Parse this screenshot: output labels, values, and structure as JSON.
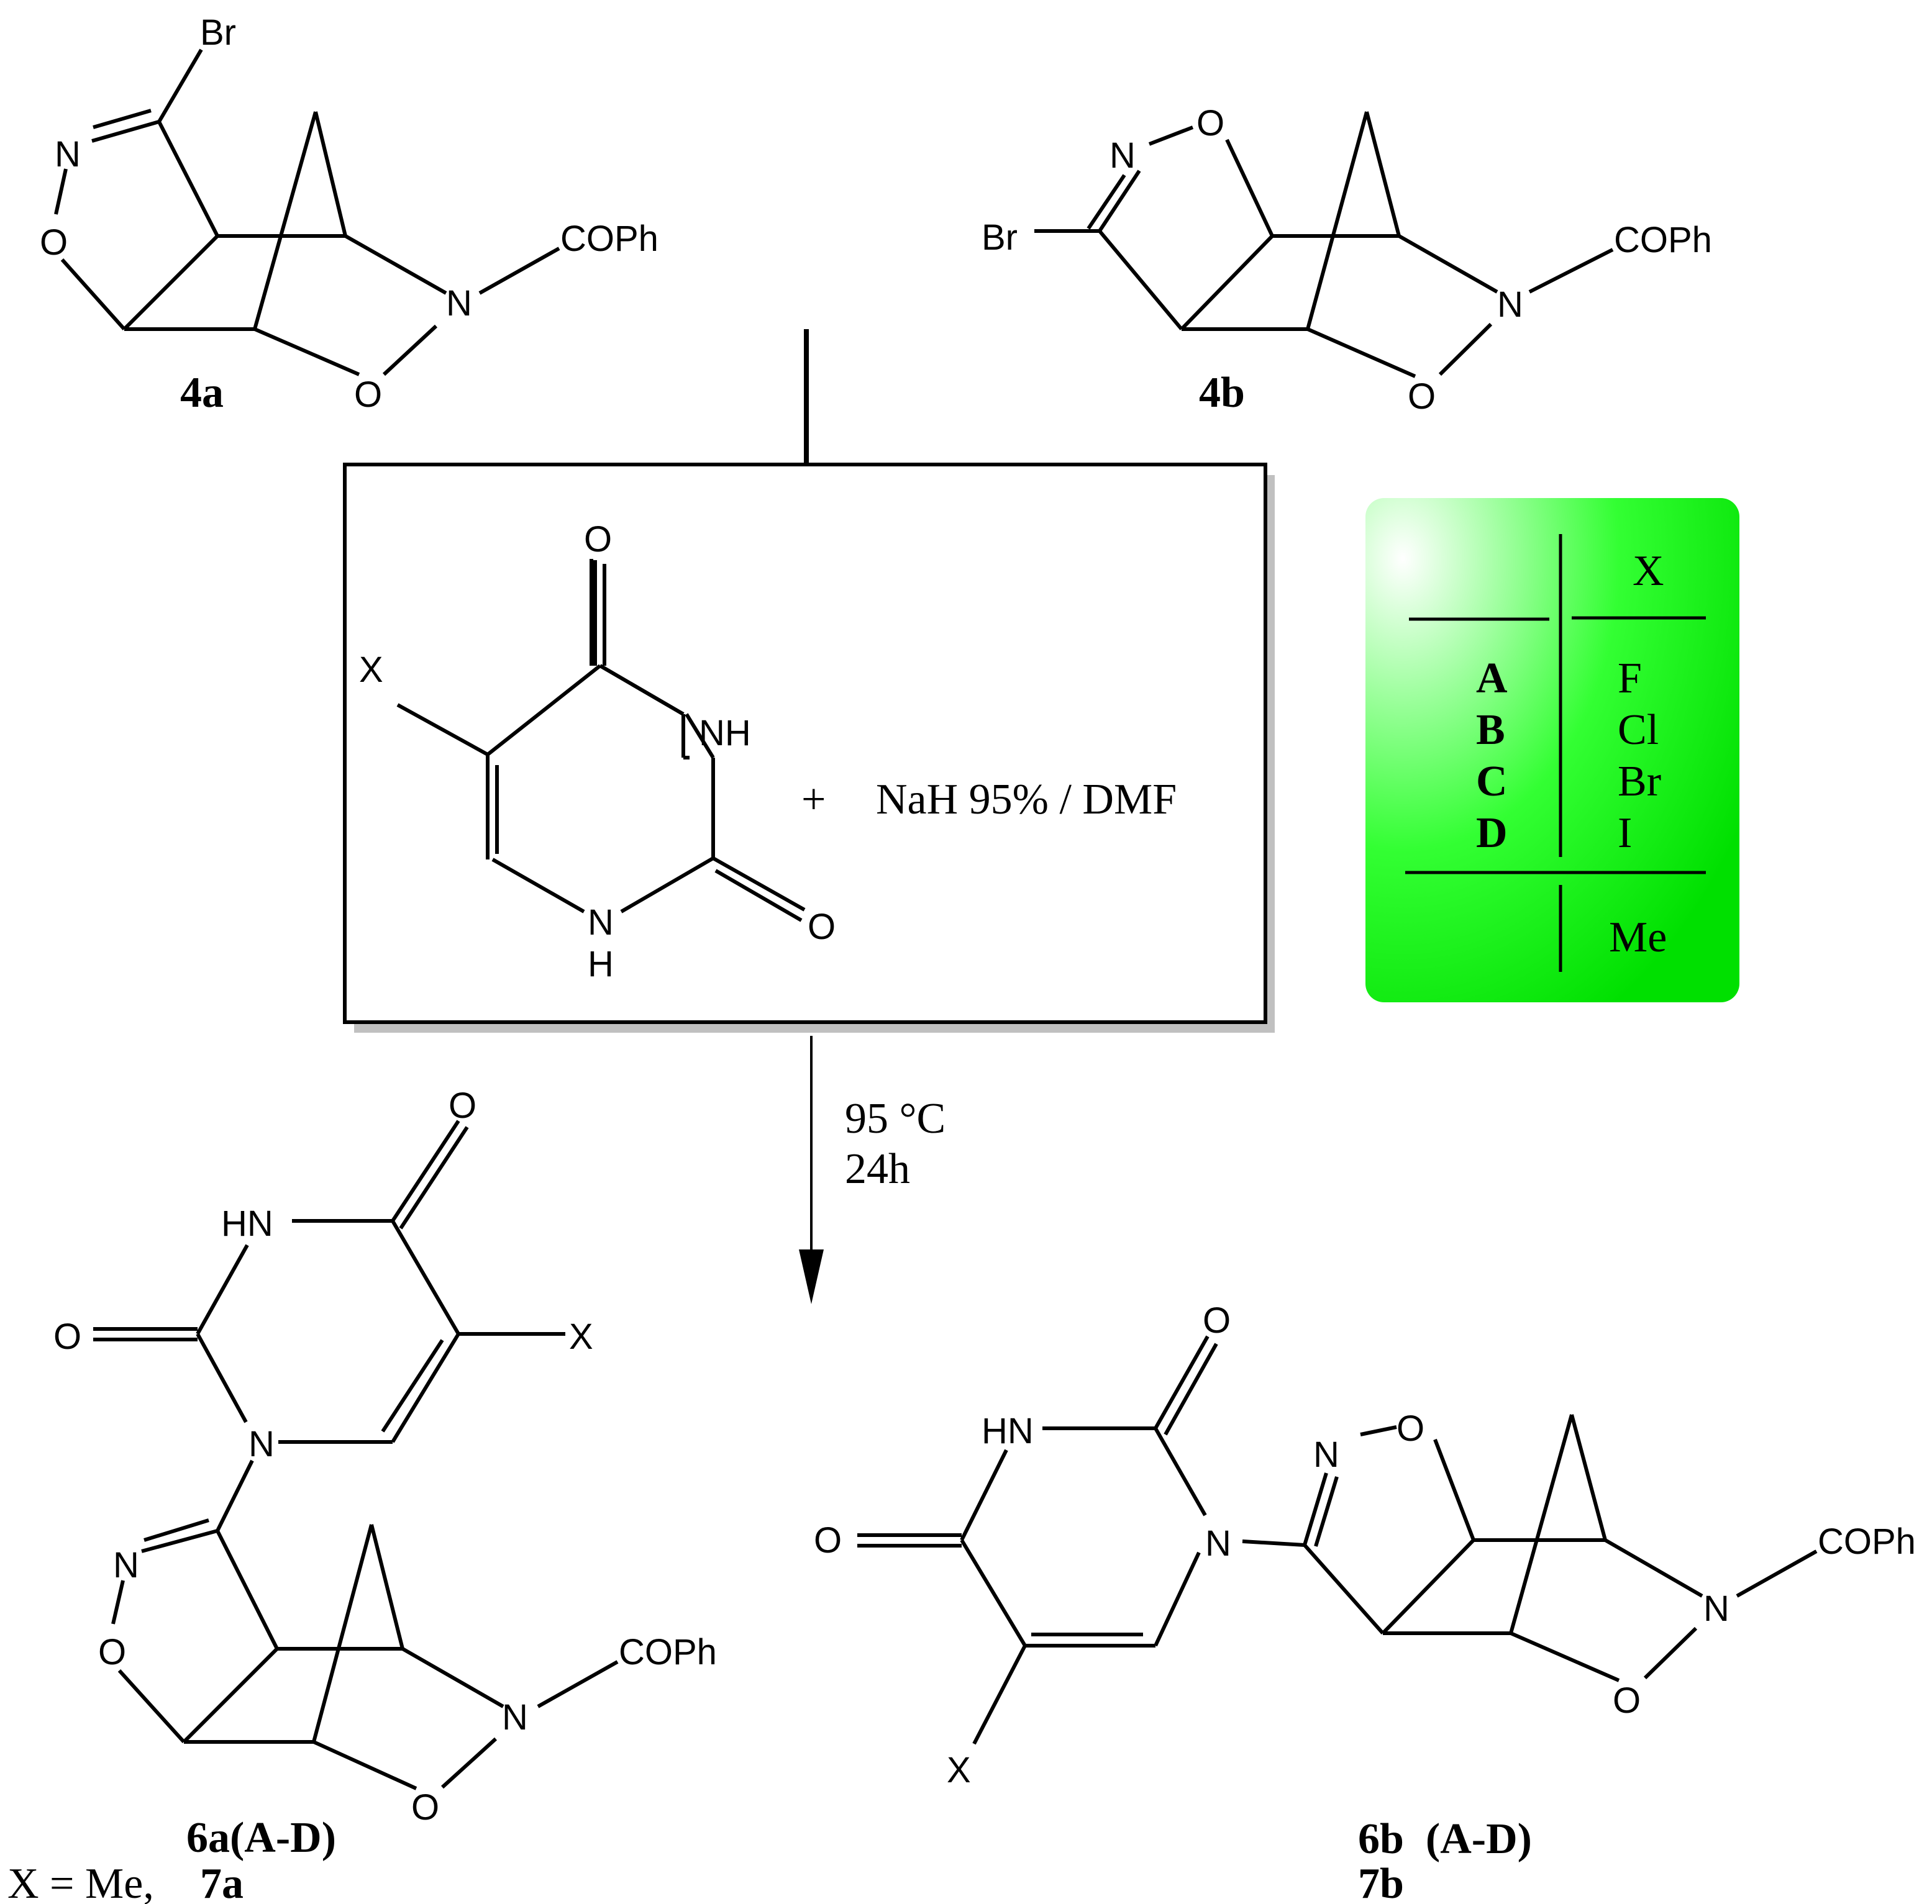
{
  "atoms": {
    "br": "Br",
    "n": "N",
    "o": "O",
    "nh": "NH",
    "hn": "HN",
    "h": "H",
    "x": "X",
    "cophth": "COPh"
  },
  "labels": {
    "compound_4a": "4a",
    "compound_4b": "4b",
    "product_6a": "6a(A-D)",
    "product_6b": "6b  (A-D)",
    "product_7b": "7b",
    "footnote_prefix": "X = Me,",
    "footnote_compound": "7a"
  },
  "reagents": {
    "plus": "+",
    "base": "NaH 95% / DMF",
    "temperature": "95 °C",
    "time": "24h"
  },
  "x_table": {
    "header": "X",
    "rows": [
      {
        "key": "A",
        "value": "F"
      },
      {
        "key": "B",
        "value": "Cl"
      },
      {
        "key": "C",
        "value": "Br"
      },
      {
        "key": "D",
        "value": "I"
      }
    ],
    "extra": "Me"
  },
  "colors": {
    "table_fill": "#00e600",
    "table_highlight": "#ffffff",
    "box_shadow": "#c0c0c0"
  }
}
